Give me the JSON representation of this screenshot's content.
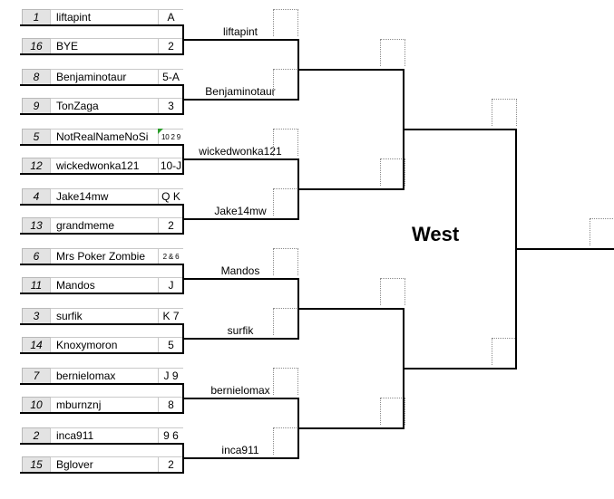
{
  "region": "West",
  "entries": [
    {
      "seed": "1",
      "name": "liftapint",
      "hand": "A",
      "small": false
    },
    {
      "seed": "16",
      "name": "BYE",
      "hand": "2",
      "small": false
    },
    {
      "seed": "8",
      "name": "Benjaminotaur",
      "hand": "5-A",
      "small": false
    },
    {
      "seed": "9",
      "name": "TonZaga",
      "hand": "3",
      "small": false
    },
    {
      "seed": "5",
      "name": "NotRealNameNoSi",
      "hand": "10 2 9",
      "small": true
    },
    {
      "seed": "12",
      "name": "wickedwonka121",
      "hand": "10-J",
      "small": false
    },
    {
      "seed": "4",
      "name": "Jake14mw",
      "hand": "Q K",
      "small": false
    },
    {
      "seed": "13",
      "name": "grandmeme",
      "hand": "2",
      "small": false
    },
    {
      "seed": "6",
      "name": "Mrs Poker Zombie",
      "hand": "2 & 6",
      "small": true
    },
    {
      "seed": "11",
      "name": "Mandos",
      "hand": "J",
      "small": false
    },
    {
      "seed": "3",
      "name": "surfik",
      "hand": "K 7",
      "small": false
    },
    {
      "seed": "14",
      "name": "Knoxymoron",
      "hand": "5",
      "small": false
    },
    {
      "seed": "7",
      "name": "bernielomax",
      "hand": "J 9",
      "small": false
    },
    {
      "seed": "10",
      "name": "mburnznj",
      "hand": "8",
      "small": false
    },
    {
      "seed": "2",
      "name": "inca911",
      "hand": "9 6",
      "small": false
    },
    {
      "seed": "15",
      "name": "Bglover",
      "hand": "2",
      "small": false
    }
  ],
  "round2_winners": [
    "liftapint",
    "Benjaminotaur",
    "wickedwonka121",
    "Jake14mw",
    "Mandos",
    "surfik",
    "bernielomax",
    "inca911"
  ]
}
